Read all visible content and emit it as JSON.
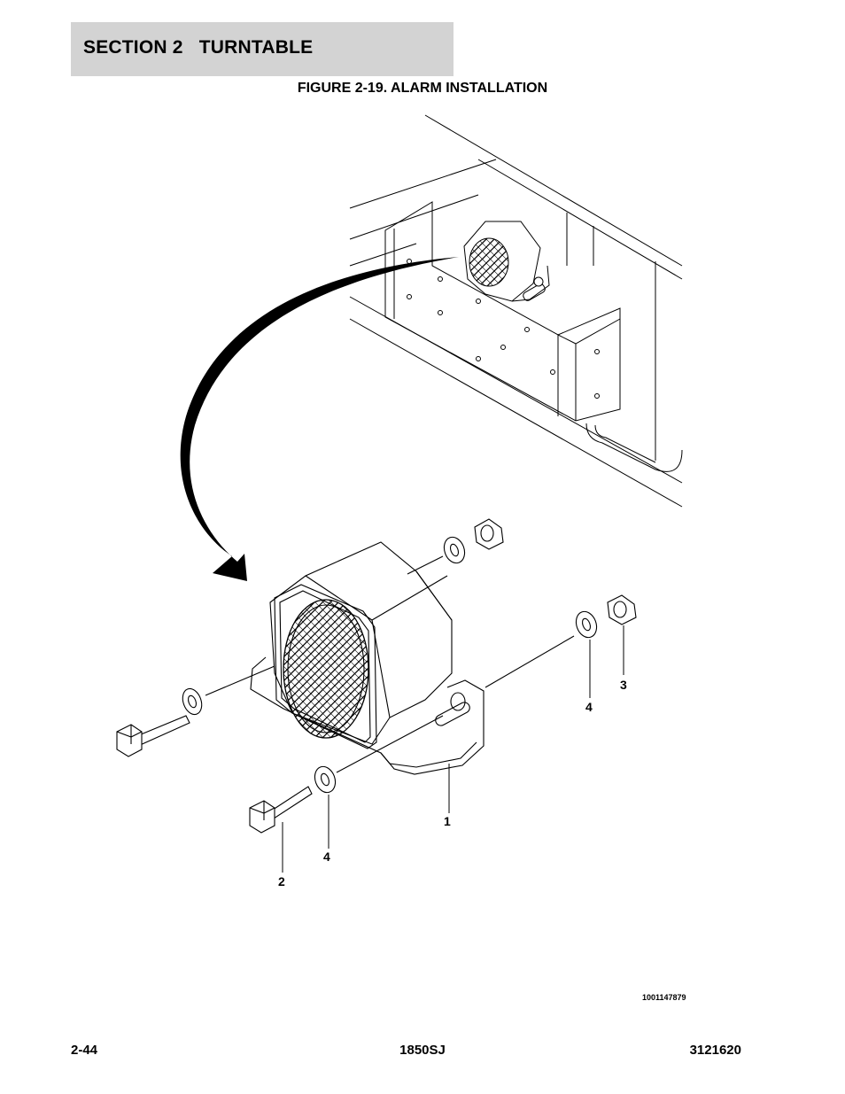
{
  "header": {
    "section_label": "SECTION 2   TURNTABLE"
  },
  "figure": {
    "title": "FIGURE 2-19. ALARM INSTALLATION"
  },
  "callouts": [
    "1",
    "2",
    "3",
    "4",
    "4"
  ],
  "drawing_number": "1001147879",
  "footer": {
    "page": "2-44",
    "model": "1850SJ",
    "manual": "3121620"
  }
}
